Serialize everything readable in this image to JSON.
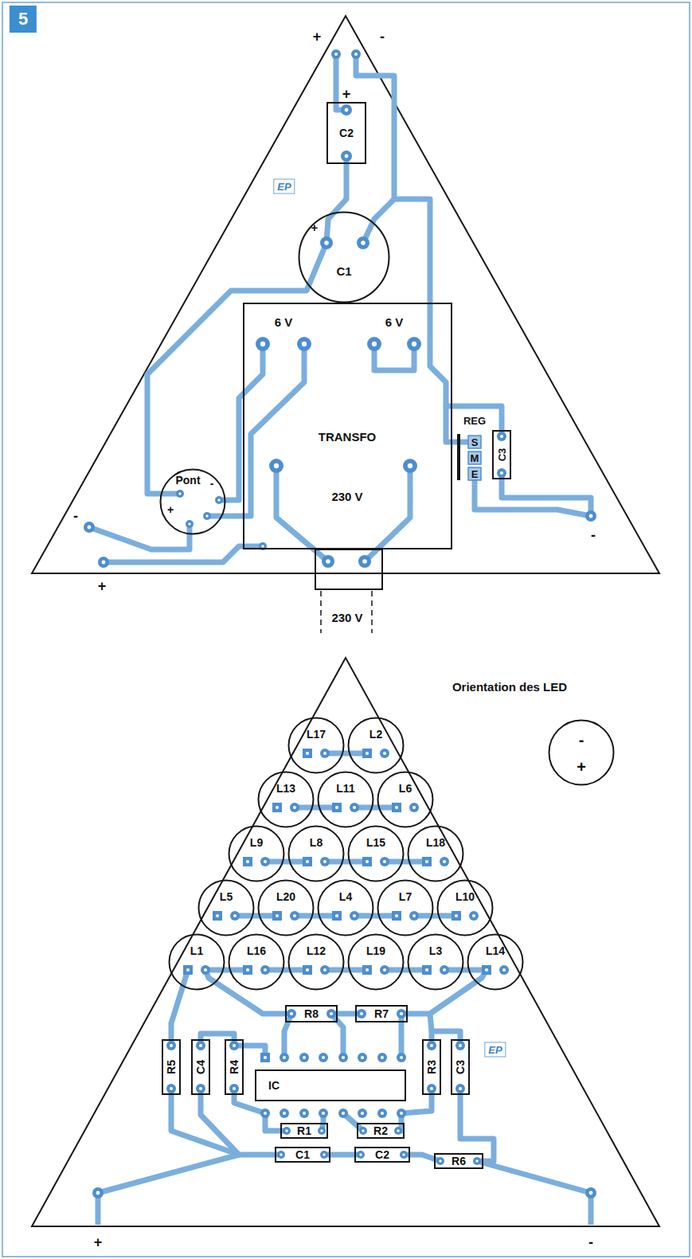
{
  "diagram": {
    "nodes": [
      {
        "text": [
          "C2"
        ]
      },
      {
        "text": [
          "C1",
          "+"
        ]
      },
      {
        "text": [
          "6 V",
          "6 V",
          "TRANSFO",
          "230 V"
        ]
      },
      {
        "text": [
          "Pont",
          "-",
          "+"
        ]
      },
      {
        "text": [
          "REG",
          "S",
          "M",
          "E"
        ]
      },
      {
        "text": [
          "C3"
        ]
      },
      {
        "text": [
          "-",
          "+"
        ]
      },
      {
        "text": [
          "L17"
        ]
      },
      {
        "text": [
          "L2"
        ]
      },
      {
        "text": [
          "L13"
        ]
      },
      {
        "text": [
          "L11"
        ]
      },
      {
        "text": [
          "L6"
        ]
      },
      {
        "text": [
          "L9"
        ]
      },
      {
        "text": [
          "L8"
        ]
      },
      {
        "text": [
          "L15"
        ]
      },
      {
        "text": [
          "L18"
        ]
      },
      {
        "text": [
          "L5"
        ]
      },
      {
        "text": [
          "L20"
        ]
      },
      {
        "text": [
          "L4"
        ]
      },
      {
        "text": [
          "L7"
        ]
      },
      {
        "text": [
          "L10"
        ]
      },
      {
        "text": [
          "L1"
        ]
      },
      {
        "text": [
          "L16"
        ]
      },
      {
        "text": [
          "L12"
        ]
      },
      {
        "text": [
          "L19"
        ]
      },
      {
        "text": [
          "L3"
        ]
      },
      {
        "text": [
          "L14"
        ]
      },
      {
        "text": [
          "R8"
        ]
      },
      {
        "text": [
          "R7"
        ]
      },
      {
        "text": [
          "R5"
        ]
      },
      {
        "text": [
          "C4"
        ]
      },
      {
        "text": [
          "R4"
        ]
      },
      {
        "text": [
          "IC"
        ]
      },
      {
        "text": [
          "R3"
        ]
      },
      {
        "text": [
          "C3"
        ]
      },
      {
        "text": [
          "R1"
        ]
      },
      {
        "text": [
          "R2"
        ]
      },
      {
        "text": [
          "C1"
        ]
      },
      {
        "text": [
          "C2"
        ]
      },
      {
        "text": [
          "R6"
        ]
      }
    ],
    "labels": [
      "5",
      "+",
      "-",
      "+",
      "EP",
      "-",
      "+",
      "-",
      "230 V",
      "Orientation des LED",
      "EP",
      "+",
      "-"
    ]
  }
}
